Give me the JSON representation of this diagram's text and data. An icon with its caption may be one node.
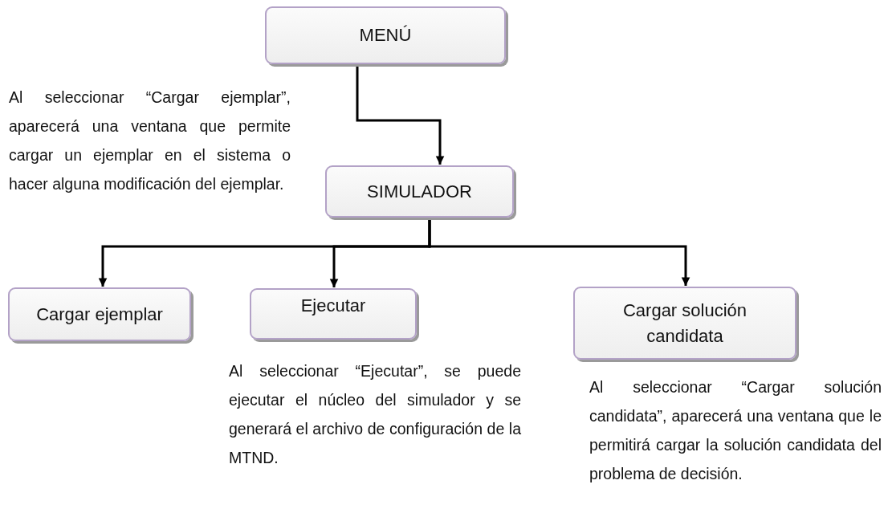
{
  "diagram": {
    "nodes": [
      {
        "text": [
          "MENÚ"
        ]
      },
      {
        "text": [
          "SIMULADOR"
        ]
      },
      {
        "text": [
          "Cargar ejemplar"
        ]
      },
      {
        "text": [
          "Ejecutar"
        ]
      },
      {
        "text": [
          "Cargar solución candidata"
        ]
      }
    ],
    "edges": [
      {
        "from": 0,
        "to": 1,
        "arrow": "to"
      },
      {
        "from": 1,
        "to": 2,
        "arrow": "to"
      },
      {
        "from": 1,
        "to": 3,
        "arrow": "to"
      },
      {
        "from": 1,
        "to": 4,
        "arrow": "to"
      }
    ],
    "labels": [
      "Al seleccionar “Cargar ejemplar”, aparecerá una ventana que permite cargar un ejemplar en el sistema o hacer alguna modificación del ejemplar.",
      "Al seleccionar “Ejecutar”, se puede ejecutar el núcleo del simulador y se generará el archivo de configuración de la MTND.",
      "Al seleccionar “Cargar solución candidata”, aparecerá una ventana que le permitirá cargar la solución candidata del problema de decisión."
    ]
  }
}
